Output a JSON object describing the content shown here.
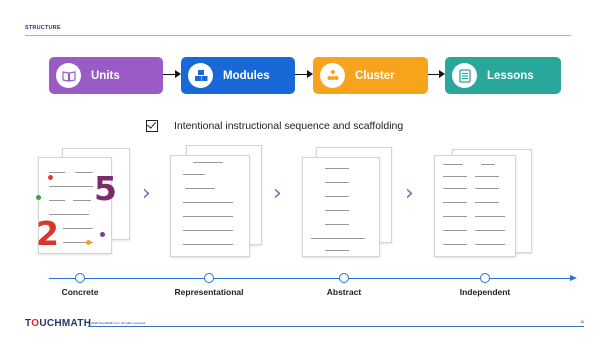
{
  "header": {
    "label": "STRUCTURE"
  },
  "flow": {
    "steps": [
      {
        "label": "Units",
        "icon": "book-icon",
        "color": "#9b5bc7"
      },
      {
        "label": "Modules",
        "icon": "cubes-icon",
        "color": "#1869d7"
      },
      {
        "label": "Cluster",
        "icon": "dots-cluster-icon",
        "color": "#f7a31b"
      },
      {
        "label": "Lessons",
        "icon": "document-icon",
        "color": "#2aa79b"
      }
    ]
  },
  "checklist": {
    "text": "Intentional instructional sequence and scaffolding",
    "checked": true
  },
  "worksheet_stages": {
    "labels": [
      "Concrete",
      "Representational",
      "Abstract",
      "Independent"
    ],
    "accent": "#2874d6"
  },
  "footer": {
    "logo_prefix": "T",
    "logo_o": "O",
    "logo_suffix": "UCHMATH",
    "copyright": "© 2018 TouchMath LLC. All rights reserved.",
    "page_number": "16"
  }
}
